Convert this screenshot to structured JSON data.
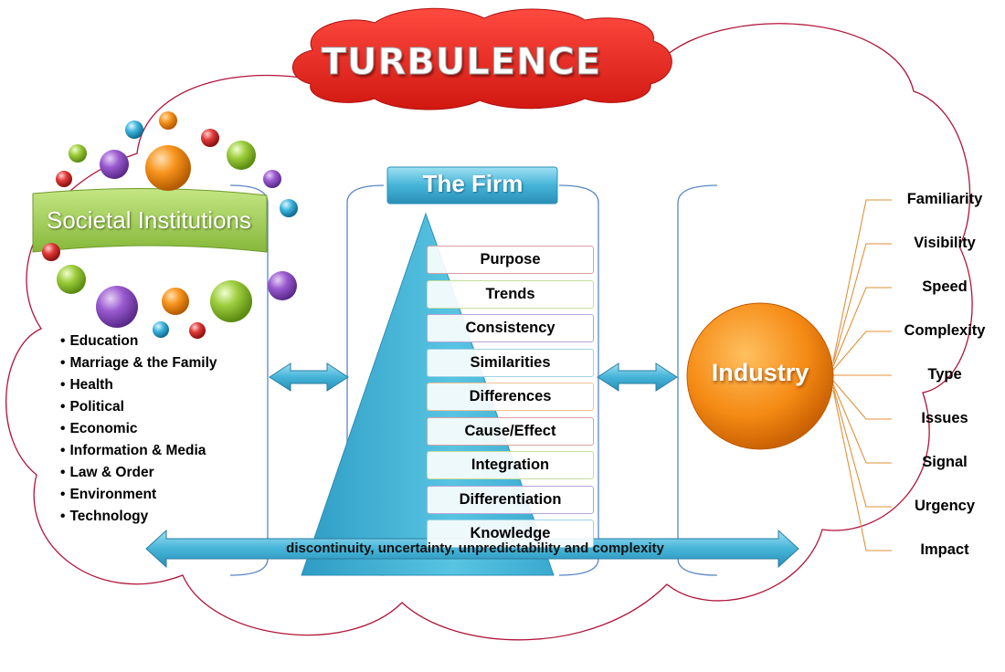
{
  "title": "TURBULENCE",
  "societal": {
    "label": "Societal Institutions",
    "items": [
      "Education",
      "Marriage & the Family",
      "Health",
      "Political",
      "Economic",
      "Information & Media",
      "Law & Order",
      "Environment",
      "Technology"
    ]
  },
  "firm": {
    "label": "The Firm",
    "items": [
      "Purpose",
      "Trends",
      "Consistency",
      "Similarities",
      "Differences",
      "Cause/Effect",
      "Integration",
      "Differentiation",
      "Knowledge"
    ]
  },
  "industry": {
    "label": "Industry",
    "attributes": [
      "Familiarity",
      "Visibility",
      "Speed",
      "Complexity",
      "Type",
      "Issues",
      "Signal",
      "Urgency",
      "Impact"
    ]
  },
  "banner": "discontinuity, uncertainty, unpredictability and complexity",
  "colors": {
    "title_cloud": "#e8231d",
    "societal_banner": "#9ccc4a",
    "firm_header": "#4fb3d4",
    "pyramid": "#4ab8d8",
    "industry_circle": "#f28a1e",
    "connector_lines": "#e0913a",
    "cloud_outline": "#b0153a",
    "bracket": "#5a86c2"
  }
}
